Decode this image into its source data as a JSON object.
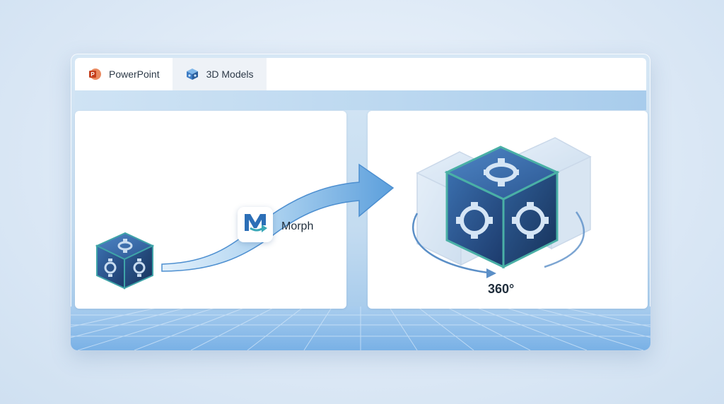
{
  "tabs": [
    {
      "label": "PowerPoint",
      "icon": "powerpoint-icon",
      "active": false
    },
    {
      "label": "3D Models",
      "icon": "cube-icon",
      "active": true
    }
  ],
  "transition": {
    "label": "Morph",
    "icon": "morph-icon"
  },
  "rotation": {
    "label": "360°",
    "icon": "rotate-arrow-icon"
  },
  "colors": {
    "powerpoint": "#d24726",
    "cube_dark": "#1f3f73",
    "cube_face": "#2c5a96",
    "cube_edge": "#3e8fa0",
    "arrow": "#5b9bd5",
    "accent": "#4a90e2"
  }
}
